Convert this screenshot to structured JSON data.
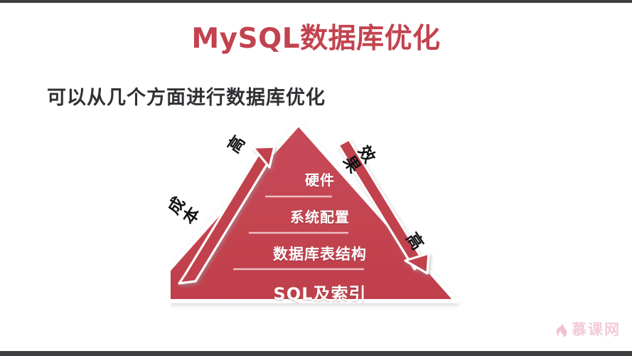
{
  "slide": {
    "title": "MySQL数据库优化",
    "subtitle": "可以从几个方面进行数据库优化",
    "title_color": "#c2434f",
    "subtitle_color": "#2f3033",
    "background": "#ffffff",
    "letterbox_color": "#3d3d42"
  },
  "pyramid": {
    "fill_color": "#c44450",
    "divider_color": "#f2c9ce",
    "levels": [
      {
        "label": "硬件",
        "index": 0
      },
      {
        "label": "系统配置",
        "index": 1
      },
      {
        "label": "数据库表结构",
        "index": 2
      },
      {
        "label": "SQL及索引",
        "index": 3
      }
    ]
  },
  "arrows": {
    "left": {
      "direction": "up",
      "color": "#c1424e",
      "top_label": "高",
      "axis_label_chars": [
        "成",
        "本"
      ],
      "axis_label": "成本"
    },
    "right": {
      "direction": "down",
      "color": "#c1424e",
      "top_label": "效果",
      "top_label_chars": [
        "效",
        "果"
      ],
      "bottom_label": "高"
    }
  },
  "watermark": {
    "text": "慕课网",
    "icon": "flame-icon",
    "color": "#e8a3b6"
  }
}
